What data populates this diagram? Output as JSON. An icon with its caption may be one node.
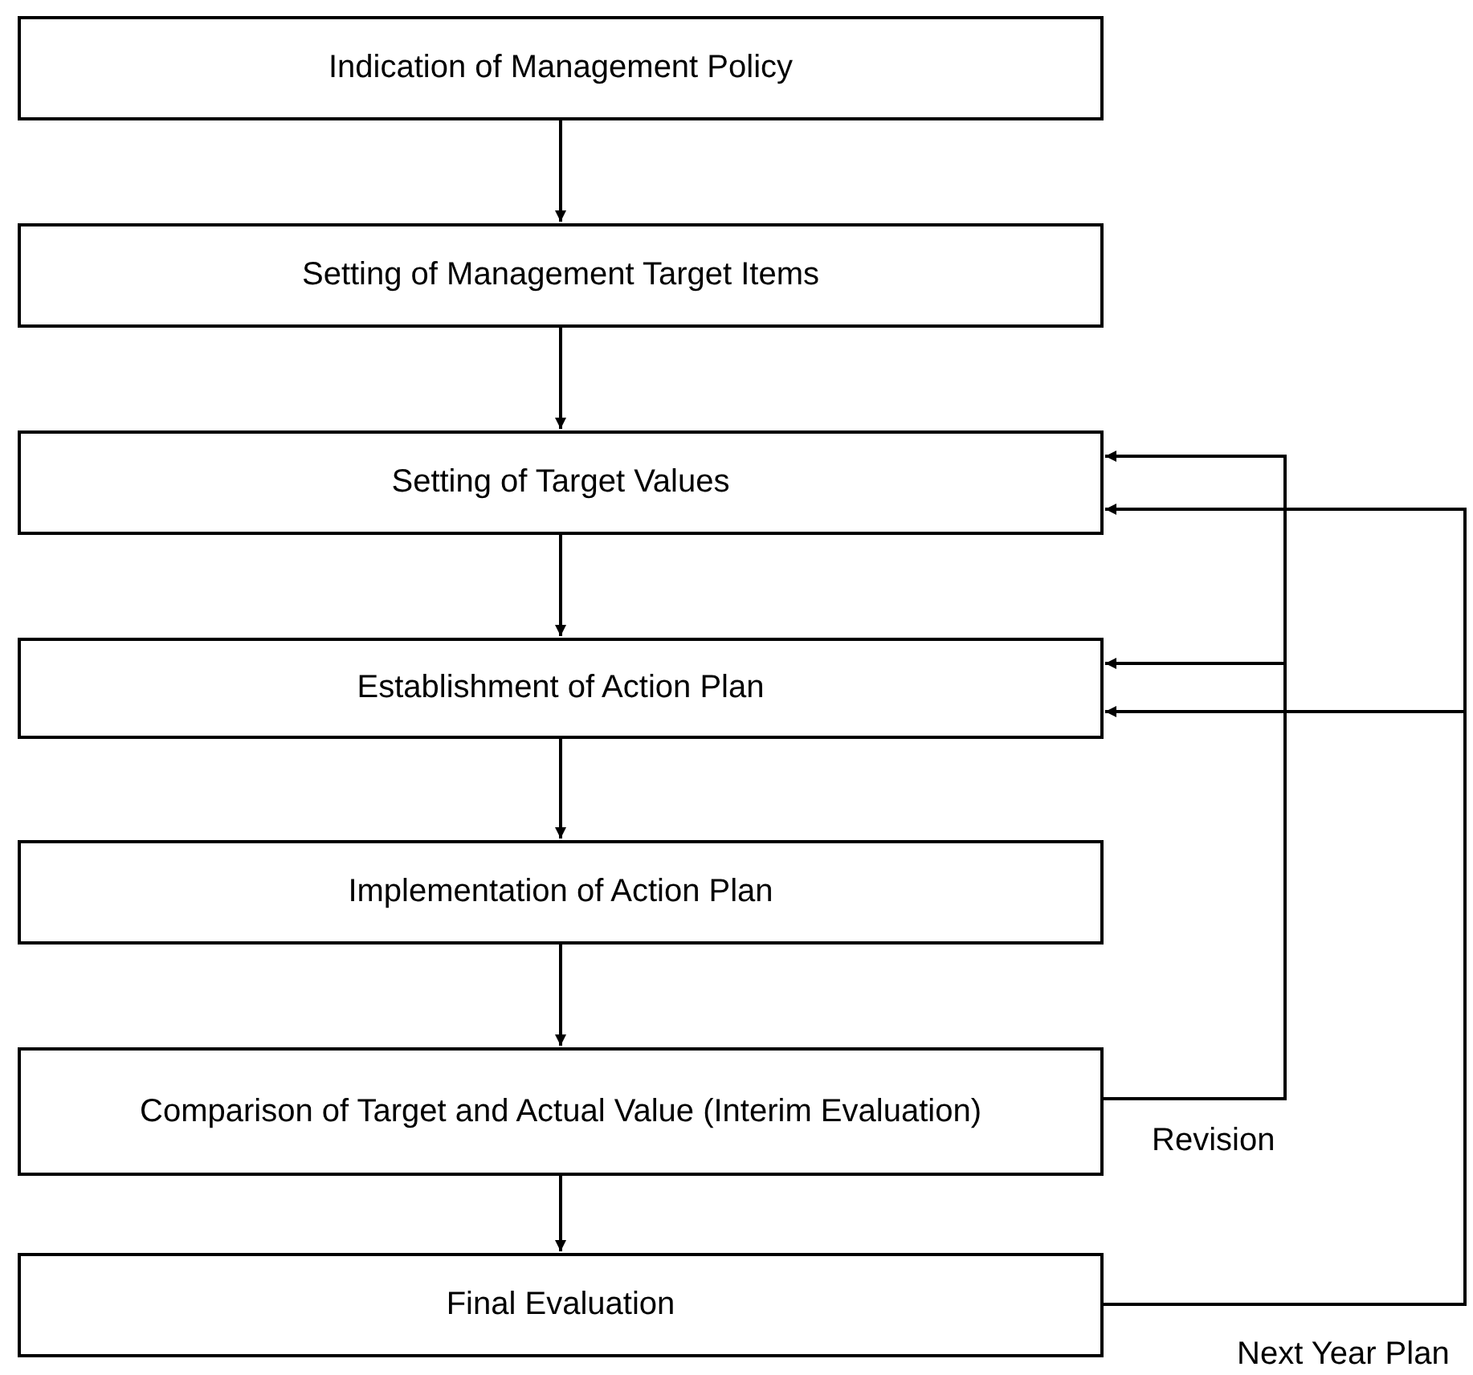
{
  "diagram": {
    "nodes": [
      {
        "text": [
          "Indication of Management Policy"
        ]
      },
      {
        "text": [
          "Setting of Management Target Items"
        ]
      },
      {
        "text": [
          "Setting of Target Values"
        ]
      },
      {
        "text": [
          "Establishment of Action Plan"
        ]
      },
      {
        "text": [
          "Implementation of Action Plan"
        ]
      },
      {
        "text": [
          "Comparison of Target and Actual Value (Interim Evaluation)"
        ]
      },
      {
        "text": [
          "Final Evaluation"
        ]
      }
    ],
    "edges": [
      {
        "from": 0,
        "to": 1,
        "arrow": "to"
      },
      {
        "from": 1,
        "to": 2,
        "arrow": "to"
      },
      {
        "from": 2,
        "to": 3,
        "arrow": "to"
      },
      {
        "from": 3,
        "to": 4,
        "arrow": "to"
      },
      {
        "from": 4,
        "to": 5,
        "arrow": "to"
      },
      {
        "from": 5,
        "to": 6,
        "arrow": "to"
      },
      {
        "from": 5,
        "to": 2,
        "arrow": "to"
      },
      {
        "from": 5,
        "to": 3,
        "arrow": "to"
      },
      {
        "from": 6,
        "to": 2,
        "arrow": "to"
      },
      {
        "from": 6,
        "to": 3,
        "arrow": "to"
      }
    ],
    "labels": [
      "Revision",
      "Next Year Plan"
    ]
  }
}
